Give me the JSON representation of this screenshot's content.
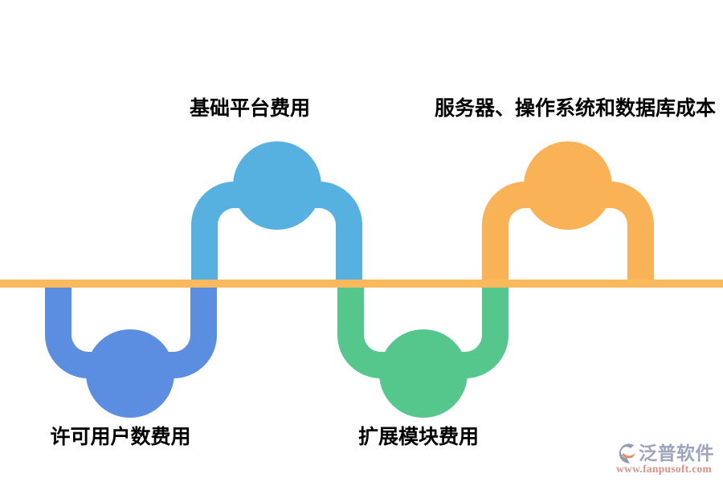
{
  "diagram": {
    "description": "Serpentine cost-structure flow with four nodes alternating above and below a horizontal baseline",
    "baseline_color": "#FBB85C",
    "nodes": [
      {
        "id": "licensed-users",
        "label": "许可用户数费用",
        "position": "below-line",
        "color": "#5B8EE0"
      },
      {
        "id": "base-platform",
        "label": "基础平台费用",
        "position": "above-line",
        "color": "#56B1E0"
      },
      {
        "id": "extension-modules",
        "label": "扩展模块费用",
        "position": "below-line",
        "color": "#55C78C"
      },
      {
        "id": "server-os-db",
        "label": "服务器、操作系统和数据库成本",
        "position": "above-line",
        "color": "#F9B255"
      }
    ],
    "label_color": "#000000"
  },
  "watermark": {
    "logo_icon": "fanpu-swoosh-logo",
    "brand": "泛普软件",
    "url": "www.fanpusoft.com",
    "brand_color": "#98A0BA",
    "url_color": "#D98D80",
    "logo_gray": "#8C95AE",
    "logo_accent": "#DE8A64"
  }
}
